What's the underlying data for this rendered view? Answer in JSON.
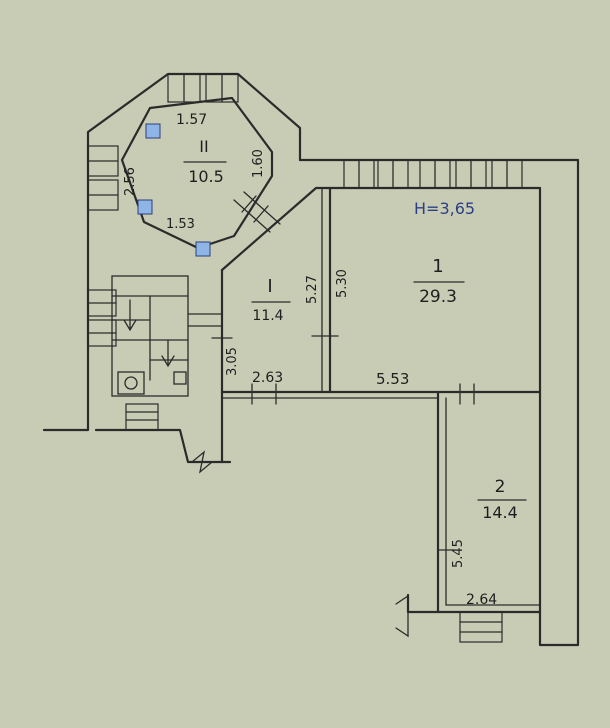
{
  "plan": {
    "height_note": "H=3,65",
    "rooms": [
      {
        "id": "room-1",
        "number": "1",
        "area": "29.3"
      },
      {
        "id": "room-2",
        "number": "2",
        "area": "14.4"
      },
      {
        "id": "room-I",
        "number": "I",
        "area": "11.4"
      },
      {
        "id": "room-II",
        "number": "II",
        "area": "10.5"
      }
    ],
    "dimensions": {
      "d_157": "1.57",
      "d_256": "2.56",
      "d_160": "1.60",
      "d_153": "1.53",
      "d_527": "5.27",
      "d_530": "5.30",
      "d_305": "3.05",
      "d_263": "2.63",
      "d_553": "5.53",
      "d_545": "5.45",
      "d_264": "2.64"
    }
  },
  "colors": {
    "paper": "#c9ccb5",
    "ink": "#2b2b2b",
    "pen_blue": "#2b3f86"
  }
}
